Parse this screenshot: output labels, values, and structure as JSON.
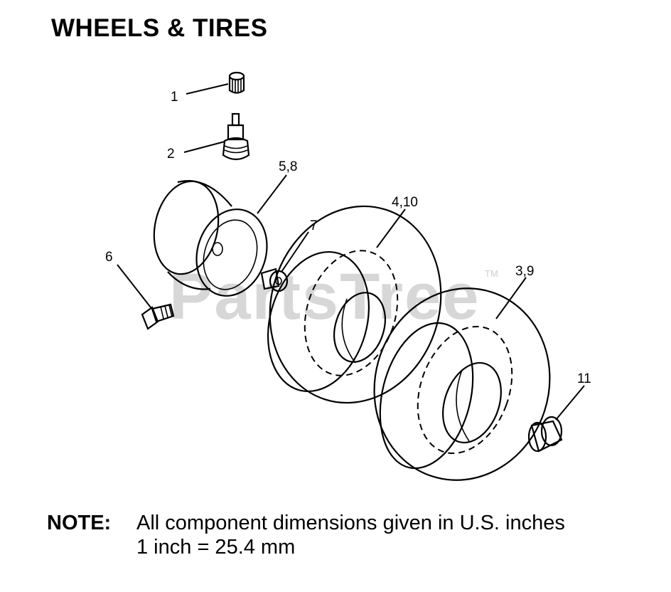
{
  "title": "WHEELS & TIRES",
  "watermark": {
    "text": "PartsTree",
    "trademark": "TM"
  },
  "callouts": {
    "c1": "1",
    "c2": "2",
    "c58": "5,8",
    "c410": "4,10",
    "c7": "7",
    "c6": "6",
    "c39": "3,9",
    "c11": "11"
  },
  "note": {
    "label": "NOTE:",
    "line1": "All component dimensions given in U.S. inches",
    "line2": "1 inch = 25.4 mm"
  }
}
